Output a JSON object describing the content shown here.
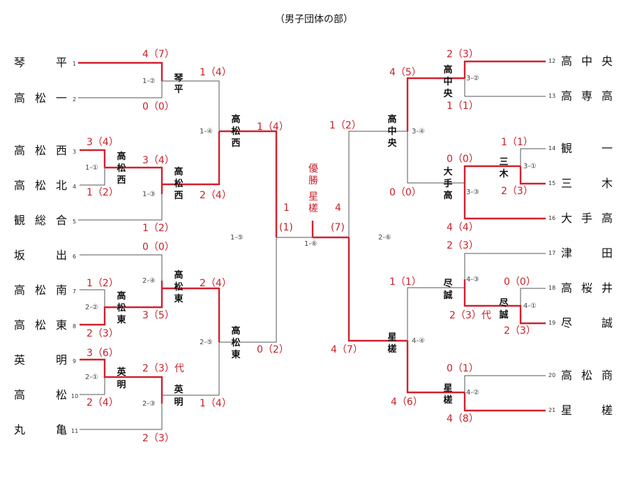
{
  "title": "（男子団体の部）",
  "teams": [
    {
      "seed": "1",
      "name": "琴　　平"
    },
    {
      "seed": "2",
      "name": "高 松 一"
    },
    {
      "seed": "3",
      "name": "高 松 西"
    },
    {
      "seed": "4",
      "name": "高 松 北"
    },
    {
      "seed": "5",
      "name": "観 総 合"
    },
    {
      "seed": "6",
      "name": "坂　　出"
    },
    {
      "seed": "7",
      "name": "高 松 南"
    },
    {
      "seed": "8",
      "name": "高 松 東"
    },
    {
      "seed": "9",
      "name": "英　　明"
    },
    {
      "seed": "10",
      "name": "高　　松"
    },
    {
      "seed": "11",
      "name": "丸　　亀"
    },
    {
      "seed": "12",
      "name": "高 中 央"
    },
    {
      "seed": "13",
      "name": "高 専 高"
    },
    {
      "seed": "14",
      "name": "観　　一"
    },
    {
      "seed": "15",
      "name": "三　　木"
    },
    {
      "seed": "16",
      "name": "大 手 高"
    },
    {
      "seed": "17",
      "name": "津　　田"
    },
    {
      "seed": "18",
      "name": "高 桜 井"
    },
    {
      "seed": "19",
      "name": "尽　　誠"
    },
    {
      "seed": "20",
      "name": "高 松 商"
    },
    {
      "seed": "21",
      "name": "星　　槎"
    }
  ],
  "winners": {
    "w1": [
      "琴",
      "平"
    ],
    "w2": [
      "高",
      "松",
      "西"
    ],
    "w3": [
      "高",
      "松",
      "西"
    ],
    "w4": [
      "高",
      "松",
      "東"
    ],
    "w5": [
      "英",
      "明"
    ],
    "w6": [
      "英",
      "明"
    ],
    "w7": [
      "高",
      "松",
      "西"
    ],
    "w8": [
      "高",
      "松",
      "東"
    ],
    "w9": [
      "高",
      "中",
      "央"
    ],
    "w10": [
      "三",
      "木"
    ],
    "w11": [
      "大",
      "手",
      "高"
    ],
    "w12": [
      "高",
      "中",
      "央"
    ],
    "w13": [
      "尽",
      "誠"
    ],
    "w14": [
      "尽",
      "誠"
    ],
    "w15": [
      "星",
      "槎"
    ],
    "w16": [
      "星",
      "槎"
    ]
  },
  "match_ids": {
    "m1": "1-②",
    "m2": "1-①",
    "m3": "1-③",
    "m4": "1-④",
    "m5": "2-④",
    "m6": "2-②",
    "m7": "2-①",
    "m8": "2-③",
    "m9": "2-⑤",
    "m10": "1-⑤",
    "m11": "1-⑥",
    "m12": "2-⑥",
    "m13": "3-②",
    "m14": "3-④",
    "m15": "3-①",
    "m16": "3-③",
    "m17": "4-③",
    "m18": "4-①",
    "m19": "4-④",
    "m20": "4-②"
  },
  "scores": {
    "s1": "4（7）",
    "s2": "0（0）",
    "s3": "1（4）",
    "s4": "3（4）",
    "s5": "1（2）",
    "s6": "3（4）",
    "s7": "2（4）",
    "s8": "1（2）",
    "s9": "1（4）",
    "s10": "0（0）",
    "s11": "2（4）",
    "s12": "1（2）",
    "s13": "2（3）",
    "s14": "3（5）",
    "s15": "3（6）",
    "s16": "2（4）",
    "s17": "2（3）代",
    "s18": "1（4）",
    "s19": "2（3）",
    "s20": "0（2）",
    "s21": "2（3）",
    "s22": "1（1）",
    "s23": "4（5）",
    "s24": "1（1）",
    "s25": "0（0）",
    "s26": "2（3）",
    "s27": "0（0）",
    "s28": "4（4）",
    "s29": "1（2）",
    "s30": "2（3）",
    "s31": "0（0）",
    "s32": "2（3）代",
    "s33": "2（3）",
    "s34": "1（1）",
    "s35": "4（7）",
    "s36": "0（1）",
    "s37": "4（6）",
    "s38": "4（8）"
  },
  "final": {
    "left_score": "1",
    "left_score2": "(1)",
    "right_score": "4",
    "right_score2": "(7)",
    "champion_label": [
      "優",
      "勝"
    ],
    "champion": [
      "星",
      "槎"
    ]
  }
}
